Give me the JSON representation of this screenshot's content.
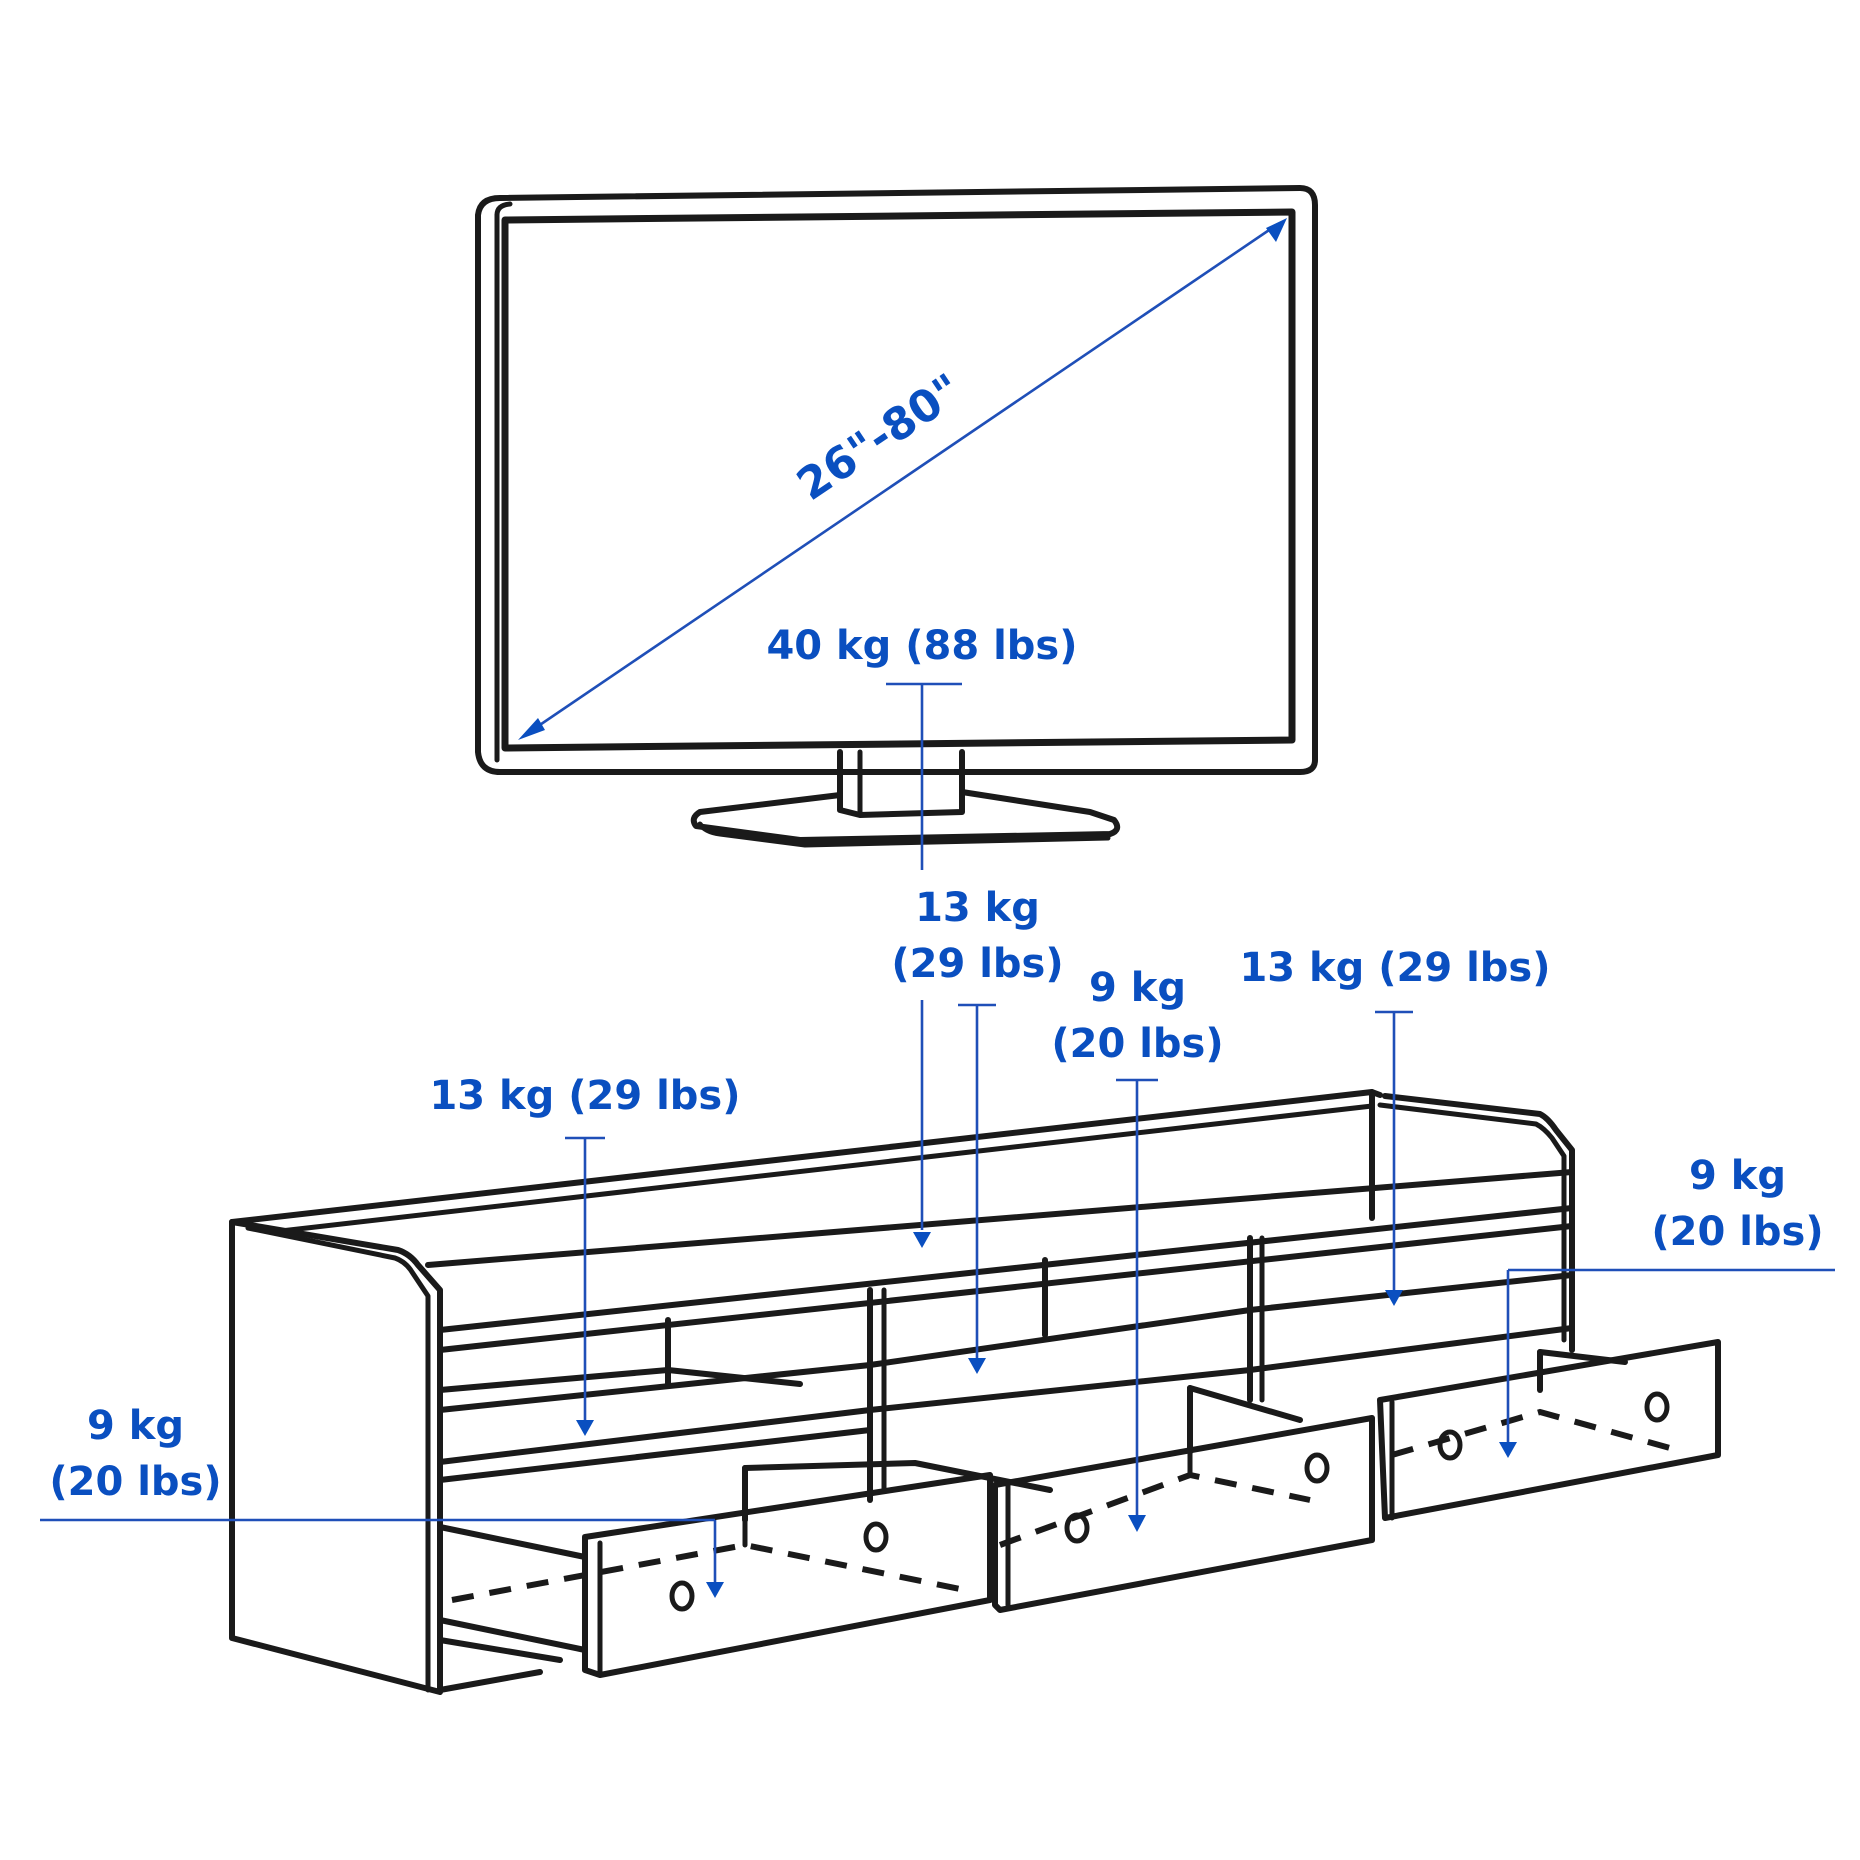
{
  "diagram": {
    "title": "TV bench load capacity diagram",
    "accent_color": "#0a4fc0",
    "line_color": "#1a1a1a",
    "tv": {
      "screen_size_label": "26\"-80\"",
      "weight_label": "40 kg (88 lbs)"
    },
    "labels": {
      "top_center": {
        "line1": "13 kg",
        "line2": "(29 lbs)"
      },
      "center_drawer": {
        "line1": "9 kg",
        "line2": "(20 lbs)"
      },
      "top_right_shelf": {
        "text": "13 kg (29 lbs)"
      },
      "left_shelf": {
        "text": "13 kg (29 lbs)"
      },
      "right_drawer": {
        "line1": "9 kg",
        "line2": "(20 lbs)"
      },
      "left_drawer": {
        "line1": "9 kg",
        "line2": "(20 lbs)"
      }
    }
  }
}
